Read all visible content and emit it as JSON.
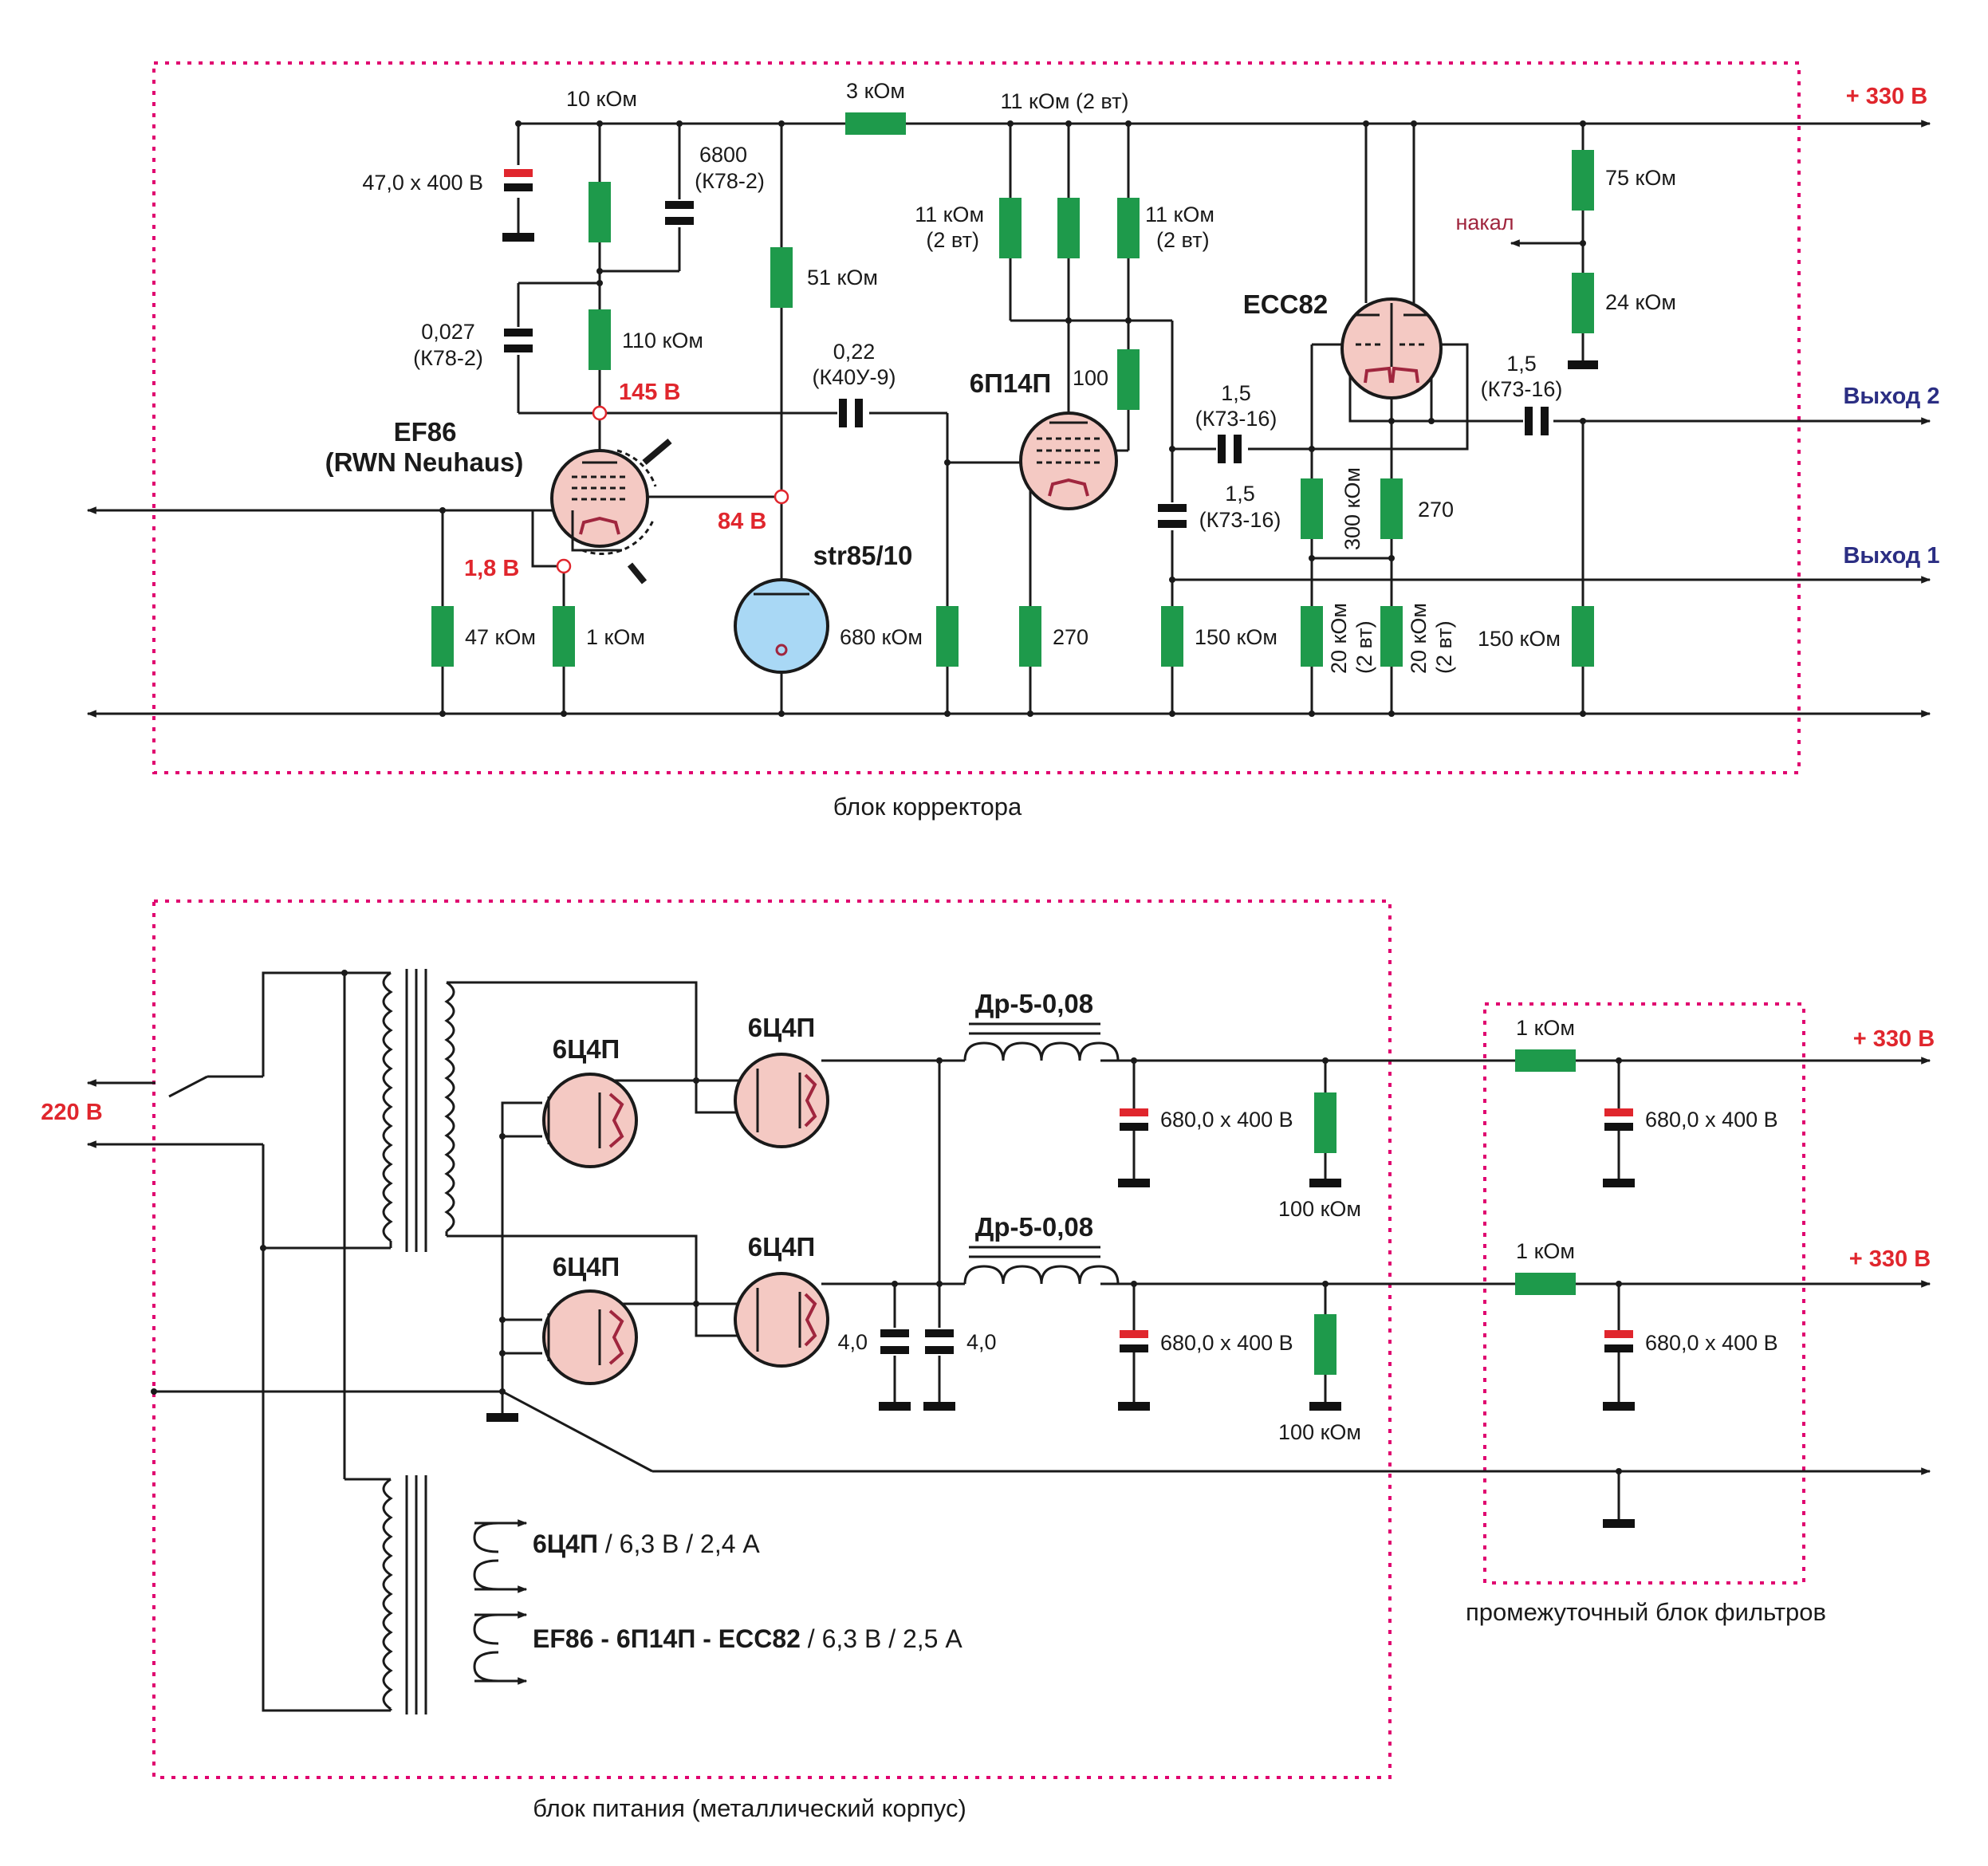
{
  "blocks": {
    "corrector": "блок корректора",
    "power": "блок питания (металлический корпус)",
    "filter": "промежуточный блок фильтров"
  },
  "tubes": {
    "ef86_name": "EF86",
    "ef86_maker": "(RWN Neuhaus)",
    "pentode": "6П14П",
    "ecc82": "ECC82",
    "stab": "str85/10",
    "rect1": "6Ц4П",
    "rect2": "6Ц4П",
    "rect3": "6Ц4П",
    "rect4": "6Ц4П"
  },
  "voltages": {
    "v145": "145 В",
    "v84": "84 В",
    "v18": "1,8 В",
    "plus330": "+ 330 В",
    "mains": "220 В"
  },
  "outputs": {
    "out1": "Выход 1",
    "out2": "Выход 2",
    "heater": "накал"
  },
  "parts": {
    "r10k": "10 кОм",
    "c47": "47,0 x 400 В",
    "c6800": "6800",
    "c6800_type": "(К78-2)",
    "r3k": "3 кОм",
    "r11k2w_top": "11 кОм (2 вт)",
    "r11k_left": "11 кОм",
    "r11k_left_w": "(2 вт)",
    "r11k_right": "11 кОм",
    "r11k_right_w": "(2 вт)",
    "r51k": "51 кОм",
    "r75k": "75 кОм",
    "r24k": "24 кОм",
    "c0027": "0,027",
    "c0027_type": "(К78-2)",
    "r110k": "110 кОм",
    "c022": "0,22",
    "c022_type": "(К40У-9)",
    "r100": "100",
    "c15a": "1,5",
    "c15a_type": "(К73-16)",
    "c15b": "1,5",
    "c15b_type": "(К73-16)",
    "c15c": "1,5",
    "c15c_type": "(К73-16)",
    "r300k": "300 кОм",
    "r270_ecc": "270",
    "r47k": "47 кОм",
    "r1k": "1 кОм",
    "r680k": "680 кОм",
    "r270": "270",
    "r150k_a": "150 кОм",
    "r20k_a": "20 кОм",
    "r20k_a_w": "(2 вт)",
    "r20k_b": "20 кОм",
    "r20k_b_w": "(2 вт)",
    "r150k_b": "150 кОм",
    "choke1": "Др-5-0,08",
    "choke2": "Др-5-0,08",
    "c680_1": "680,0 x 400 В",
    "c680_2": "680,0 x 400 В",
    "c680_3": "680,0 x 400 В",
    "c680_4": "680,0 x 400 В",
    "r100k_1": "100 кОм",
    "r100k_2": "100 кОм",
    "r1k_f1": "1 кОм",
    "r1k_f2": "1 кОм",
    "c40a": "4,0",
    "c40b": "4,0"
  },
  "heaters": {
    "h1_tubes": "6Ц4П",
    "h1_spec": " / 6,3 В / 2,4 А",
    "h2_tubes": "EF86 - 6П14П - ECC82",
    "h2_spec": " / 6,3 В / 2,5 А"
  },
  "colors": {
    "frame": "#e0006f",
    "resistor": "#1e9a4b",
    "voltage_label": "#e0262d",
    "output_label": "#2b2e83",
    "tube_fill": "#f4c9c3",
    "stabilizer_fill": "#a9d8f5"
  }
}
